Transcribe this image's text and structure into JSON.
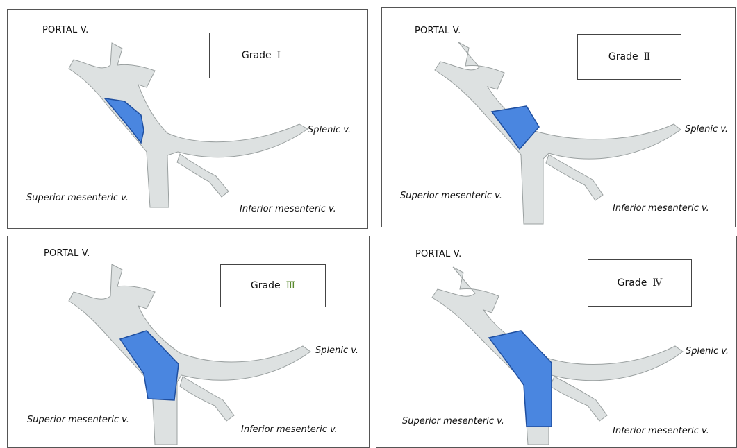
{
  "panels": [
    {
      "grade_word": "Grade",
      "grade_num": "Ⅰ",
      "grade_num_color": "#222222",
      "portal": "PORTAL V.",
      "splenic": "Splenic v.",
      "superior": "Superior mesenteric v.",
      "inferior": "Inferior mesenteric v.",
      "thrombus_extent": "portal vein only, partial occlusion"
    },
    {
      "grade_word": "Grade",
      "grade_num": "Ⅱ",
      "grade_num_color": "#222222",
      "portal": "PORTAL V.",
      "splenic": "Splenic v.",
      "superior": "Superior mesenteric v.",
      "inferior": "Inferior mesenteric v.",
      "thrombus_extent": "portal vein, complete occlusion"
    },
    {
      "grade_word": "Grade",
      "grade_num": "Ⅲ",
      "grade_num_color": "#5a8a2e",
      "portal": "PORTAL V.",
      "splenic": "Splenic v.",
      "superior": "Superior mesenteric v.",
      "inferior": "Inferior mesenteric v.",
      "thrombus_extent": "portal vein and proximal superior mesenteric vein"
    },
    {
      "grade_word": "Grade",
      "grade_num": "Ⅳ",
      "grade_num_color": "#222222",
      "portal": "PORTAL V.",
      "splenic": "Splenic v.",
      "superior": "Superior mesenteric v.",
      "inferior": "Inferior mesenteric v.",
      "thrombus_extent": "portal vein and full superior mesenteric vein"
    }
  ],
  "colors": {
    "vein_fill": "#dde1e1",
    "vein_stroke": "#9aa0a0",
    "thrombus_fill": "#4a86e0",
    "thrombus_stroke": "#1f4fa0",
    "border": "#555555"
  }
}
